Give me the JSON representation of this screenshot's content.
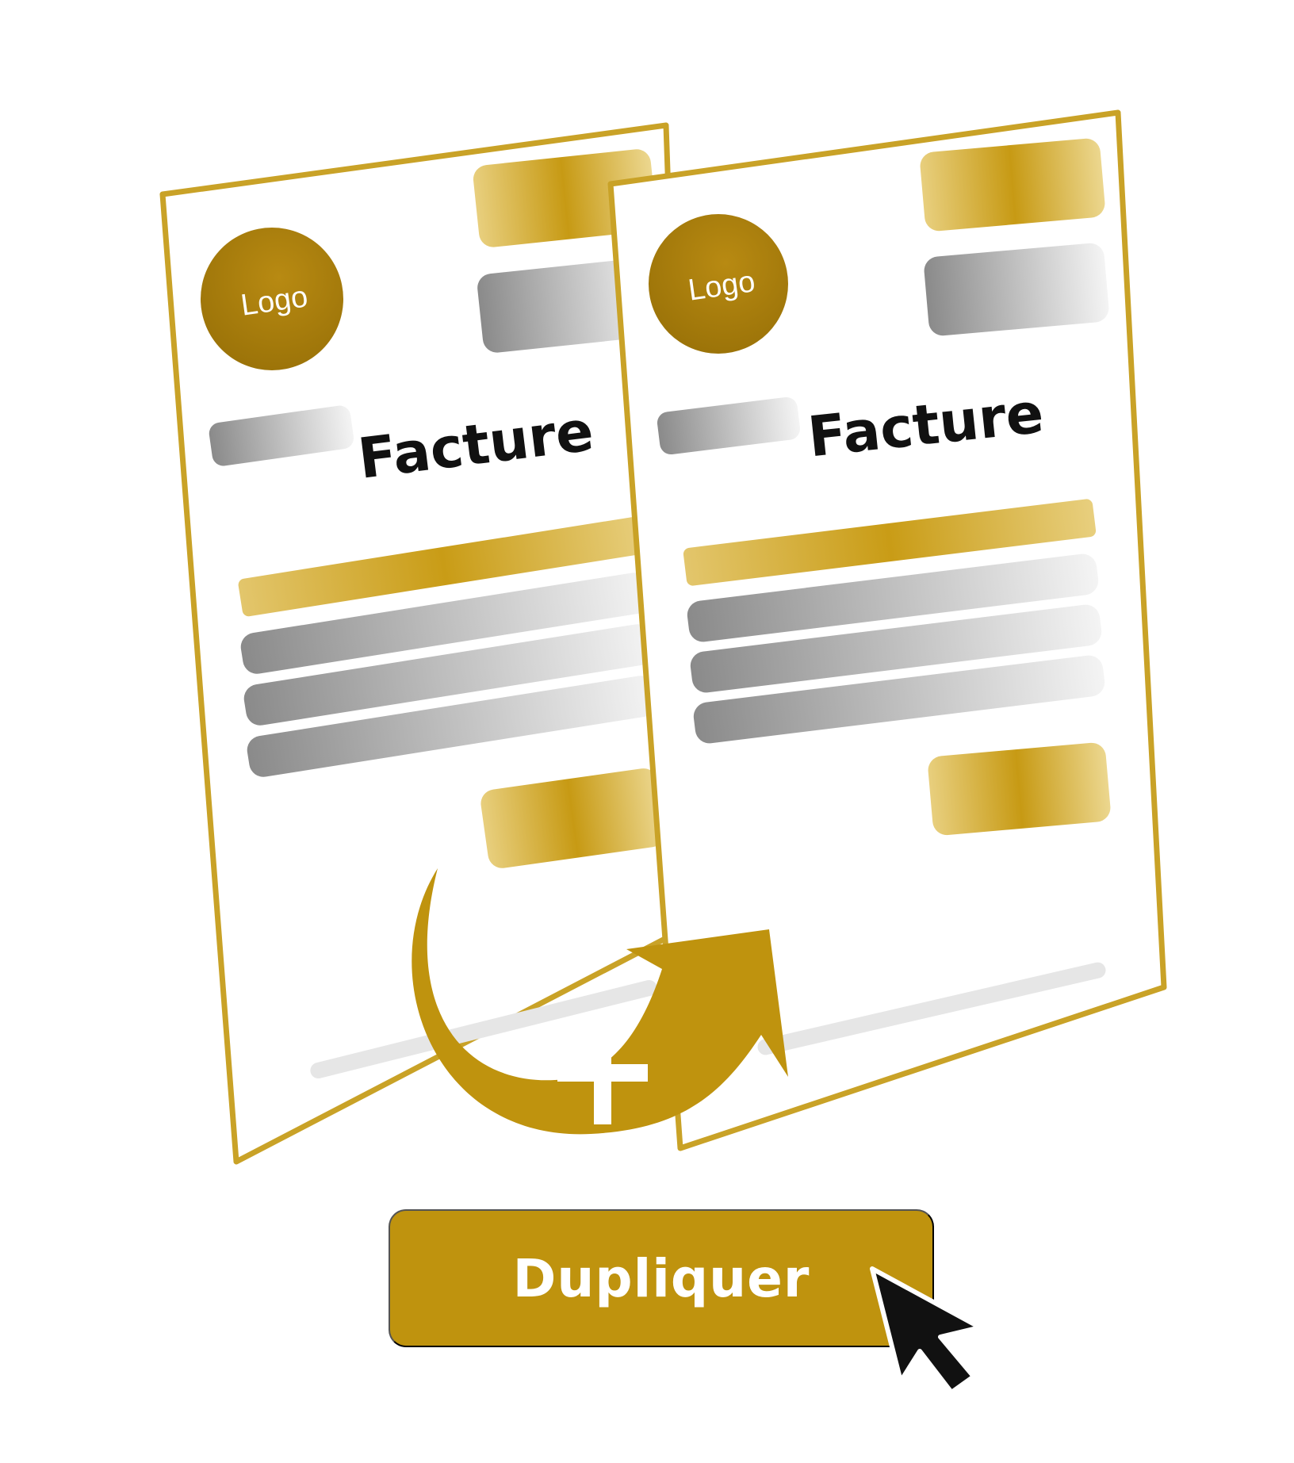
{
  "colors": {
    "gold": "#bf930e",
    "gold_light": "#e8cf7e",
    "gray": "#8f8f8f",
    "gray_light": "#e6e6e6",
    "border": "#c9a227",
    "text_dark": "#111111",
    "white": "#ffffff"
  },
  "invoice_back": {
    "logo_label": "Logo",
    "title": "Facture"
  },
  "invoice_front": {
    "logo_label": "Logo",
    "title": "Facture"
  },
  "icons": {
    "duplicate_arrow": "curved-arrow-plus-icon",
    "pointer": "mouse-cursor-icon"
  },
  "action": {
    "duplicate_label": "Dupliquer"
  }
}
